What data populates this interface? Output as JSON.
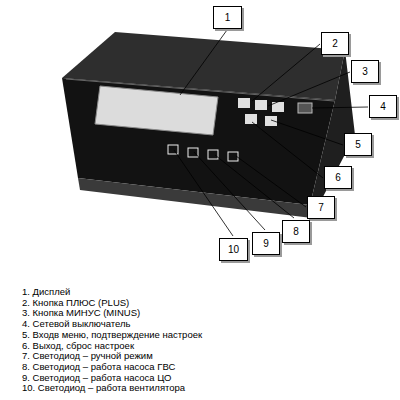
{
  "diagram": {
    "nodes": [
      {
        "text": [
          "1"
        ]
      },
      {
        "text": [
          "2"
        ]
      },
      {
        "text": [
          "3"
        ]
      },
      {
        "text": [
          "4"
        ]
      },
      {
        "text": [
          "5"
        ]
      },
      {
        "text": [
          "6"
        ]
      },
      {
        "text": [
          "7"
        ]
      },
      {
        "text": [
          "8"
        ]
      },
      {
        "text": [
          "9"
        ]
      },
      {
        "text": [
          "10"
        ]
      }
    ],
    "labels": [
      "1. Дисплей",
      "2. Кнопка ПЛЮС (PLUS)",
      "3. Кнопка МИНУС (MINUS)",
      "4. Сетевой выключатель",
      "5. Входв меню, подтверждение настроек",
      "6. Выход, сброс настроек",
      "7. Светодиод – ручной режим",
      "8. Светодиод – работа насоса ГВС",
      "9. Светодиод – работа насоса ЦО",
      "10. Светодиод – работа вентилятора"
    ]
  }
}
